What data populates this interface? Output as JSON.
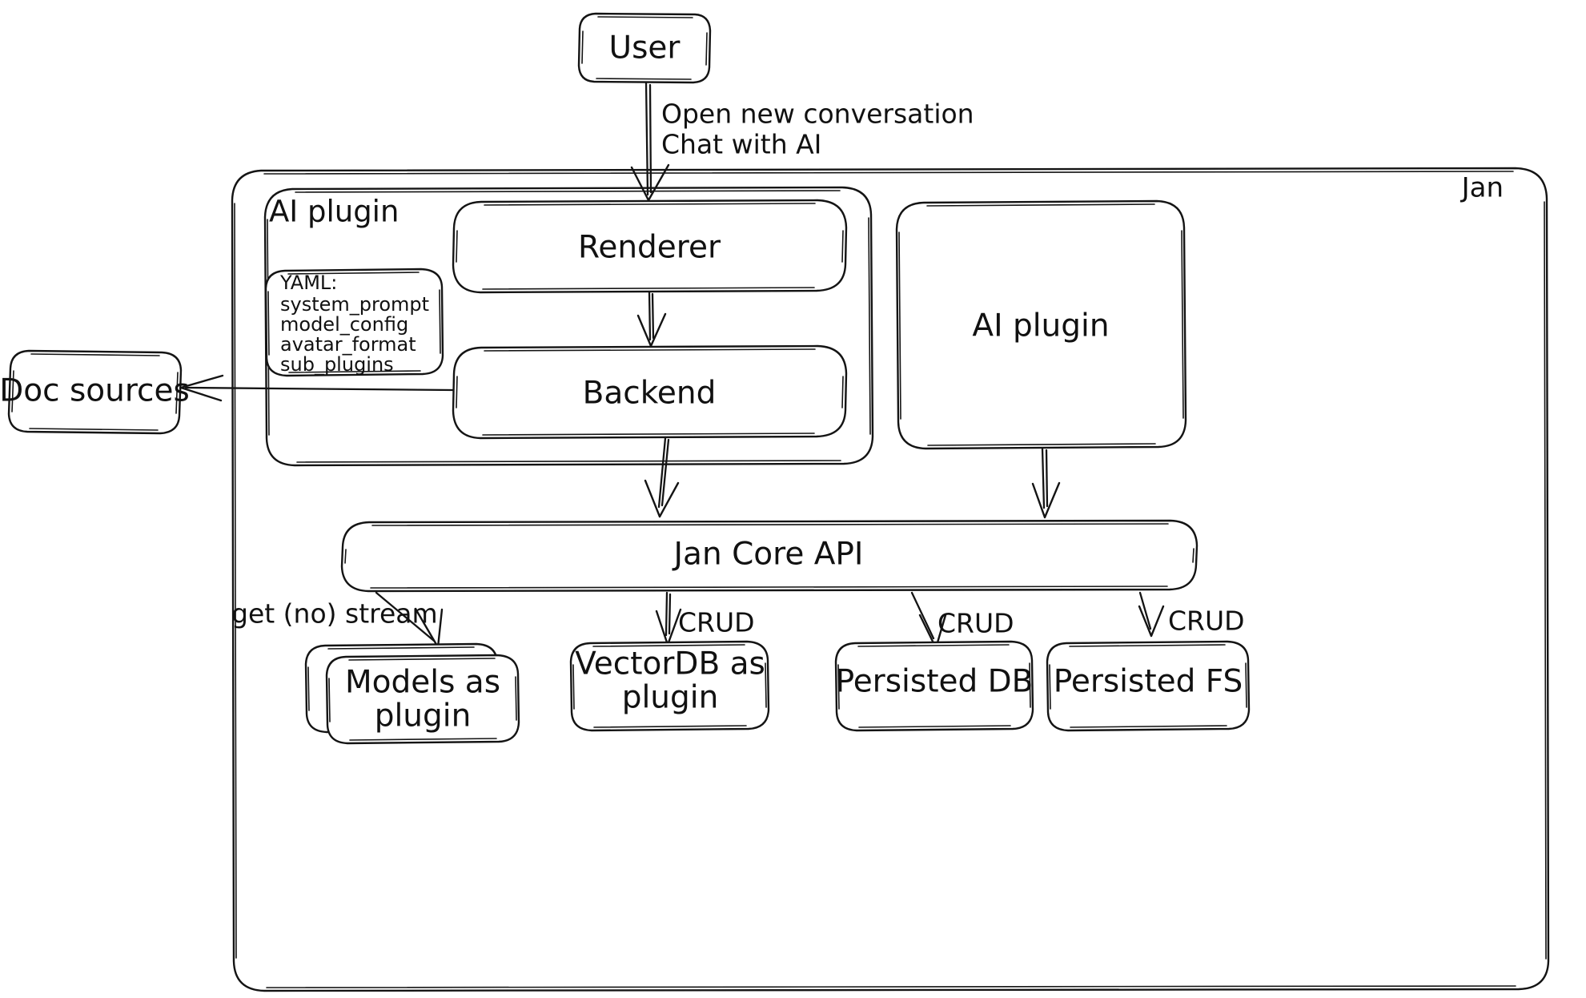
{
  "diagram": {
    "title": "Jan architecture diagram",
    "style": "hand-drawn sketch",
    "stroke_color": "#141414",
    "background_color": "#ffffff"
  },
  "containers": {
    "jan": {
      "label": "Jan",
      "label_position": "top-right"
    },
    "ai_plugin_group": {
      "label": "AI plugin",
      "label_position": "top-left"
    }
  },
  "nodes": {
    "user": {
      "label": "User"
    },
    "renderer": {
      "label": "Renderer"
    },
    "backend": {
      "label": "Backend"
    },
    "ai_plugin_right": {
      "label": "AI plugin"
    },
    "doc_sources": {
      "label": "Doc sources"
    },
    "jan_core_api": {
      "label": "Jan Core API"
    },
    "models_as_plugin": {
      "label_line1": "Models as",
      "label_line2": "plugin"
    },
    "vectordb_as_plugin": {
      "label_line1": "VectorDB as",
      "label_line2": "plugin"
    },
    "persisted_db": {
      "label": "Persisted DB"
    },
    "persisted_fs": {
      "label": "Persisted FS"
    }
  },
  "yaml_note": {
    "heading": "YAML:",
    "items": [
      "system_prompt",
      "model_config",
      "avatar_format",
      "sub_plugins"
    ]
  },
  "edges": {
    "user_to_renderer": {
      "label_line1": "Open new conversation",
      "label_line2": "Chat with AI"
    },
    "renderer_to_backend": {
      "label": ""
    },
    "backend_to_doc_sources": {
      "label": ""
    },
    "backend_to_core": {
      "label": ""
    },
    "ai_plugin_to_core": {
      "label": ""
    },
    "core_to_models": {
      "label": "get (no) stream"
    },
    "core_to_vectordb": {
      "label": "CRUD"
    },
    "core_to_persisted_db": {
      "label": "CRUD"
    },
    "core_to_persisted_fs": {
      "label": "CRUD"
    }
  }
}
